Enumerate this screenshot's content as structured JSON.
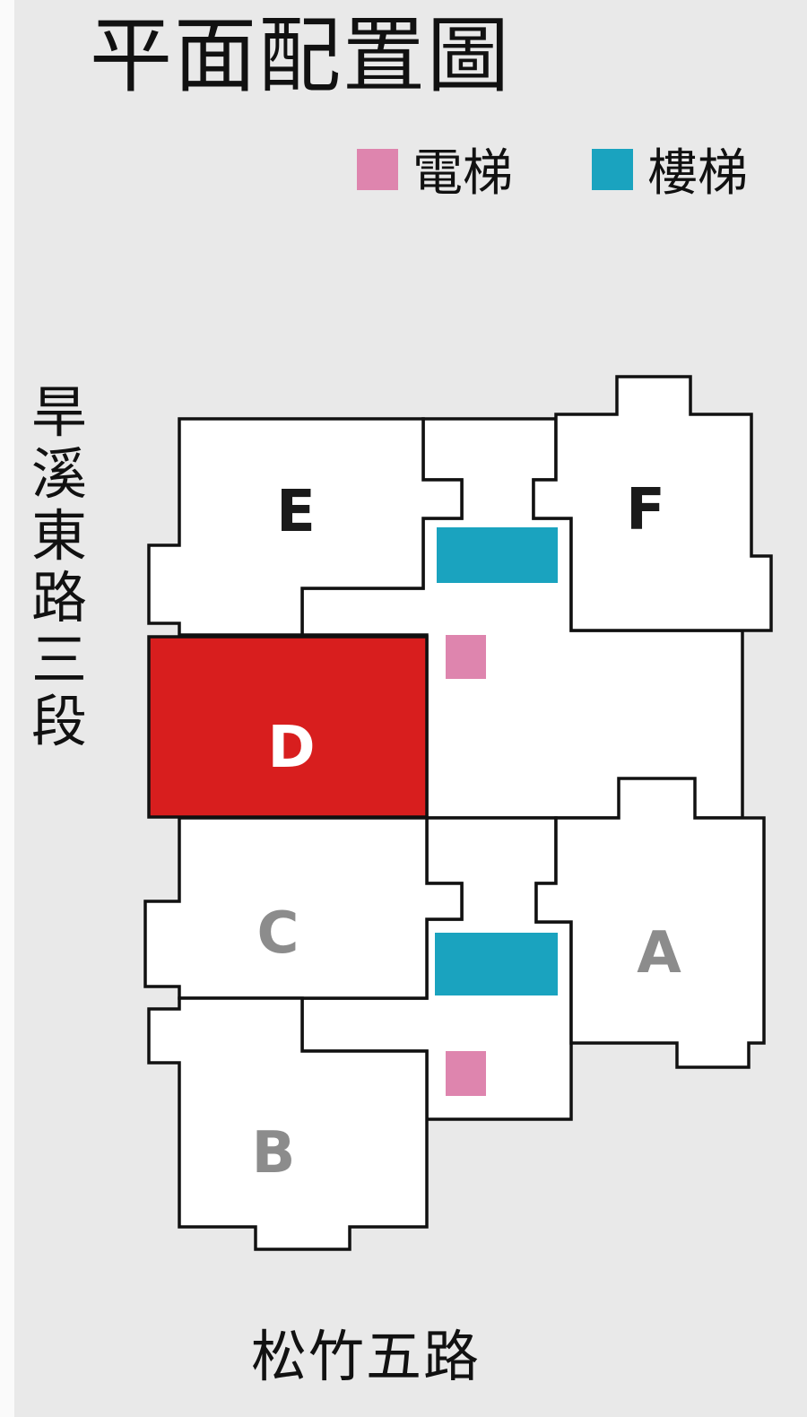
{
  "title": "平面配置圖",
  "legend": [
    {
      "label": "電梯",
      "color": "#de85ae"
    },
    {
      "label": "樓梯",
      "color": "#1aa3bf"
    }
  ],
  "roads": {
    "left": "旱溪東路三段",
    "bottom": "松竹五路"
  },
  "units": [
    {
      "id": "E",
      "label": "E",
      "fill": "#ffffff",
      "text_color": "#1a1a1a"
    },
    {
      "id": "F",
      "label": "F",
      "fill": "#ffffff",
      "text_color": "#1a1a1a"
    },
    {
      "id": "D",
      "label": "D",
      "fill": "#d81e1e",
      "text_color": "#ffffff",
      "highlighted": true
    },
    {
      "id": "C",
      "label": "C",
      "fill": "#ffffff",
      "text_color": "#8c8c8c"
    },
    {
      "id": "A",
      "label": "A",
      "fill": "#ffffff",
      "text_color": "#8c8c8c"
    },
    {
      "id": "B",
      "label": "B",
      "fill": "#ffffff",
      "text_color": "#8c8c8c"
    }
  ]
}
